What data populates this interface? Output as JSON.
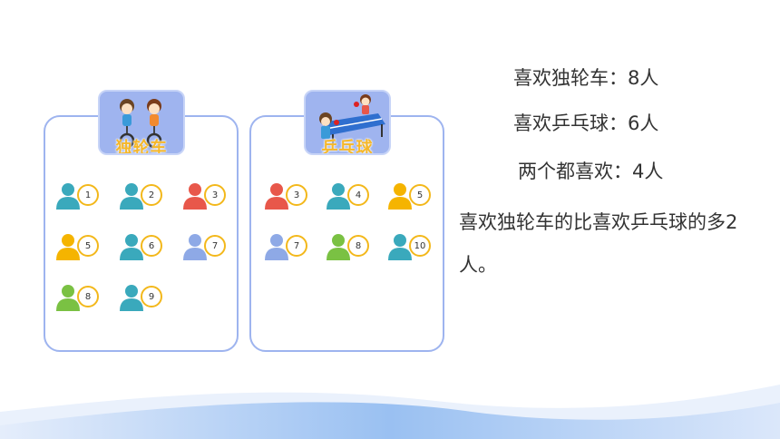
{
  "colors": {
    "box_border": "#9eb4ef",
    "badge_border": "#f3b81b",
    "label": "#f5b72a"
  },
  "left_box": {
    "label": "独轮车",
    "icon": "unicycle-kids-icon",
    "people": [
      {
        "num": "1",
        "color": "#3aa9bc"
      },
      {
        "num": "2",
        "color": "#3aa9bc"
      },
      {
        "num": "3",
        "color": "#e8574a"
      },
      {
        "num": "5",
        "color": "#f5b400"
      },
      {
        "num": "6",
        "color": "#3aa9bc"
      },
      {
        "num": "7",
        "color": "#8ea9e6"
      },
      {
        "num": "8",
        "color": "#7ac143"
      },
      {
        "num": "9",
        "color": "#3aa9bc"
      }
    ]
  },
  "right_box": {
    "label": "乒乓球",
    "icon": "ping-pong-kids-icon",
    "people": [
      {
        "num": "3",
        "color": "#e8574a"
      },
      {
        "num": "4",
        "color": "#3aa9bc"
      },
      {
        "num": "5",
        "color": "#f5b400"
      },
      {
        "num": "7",
        "color": "#8ea9e6"
      },
      {
        "num": "8",
        "color": "#7ac143"
      },
      {
        "num": "10",
        "color": "#3aa9bc"
      }
    ]
  },
  "stats": {
    "unicycle": "喜欢独轮车：8人",
    "pingpong": "喜欢乒乓球：6人",
    "both": "两个都喜欢：4人"
  },
  "conclusion": "喜欢独轮车的比喜欢乒乓球的多2人。"
}
